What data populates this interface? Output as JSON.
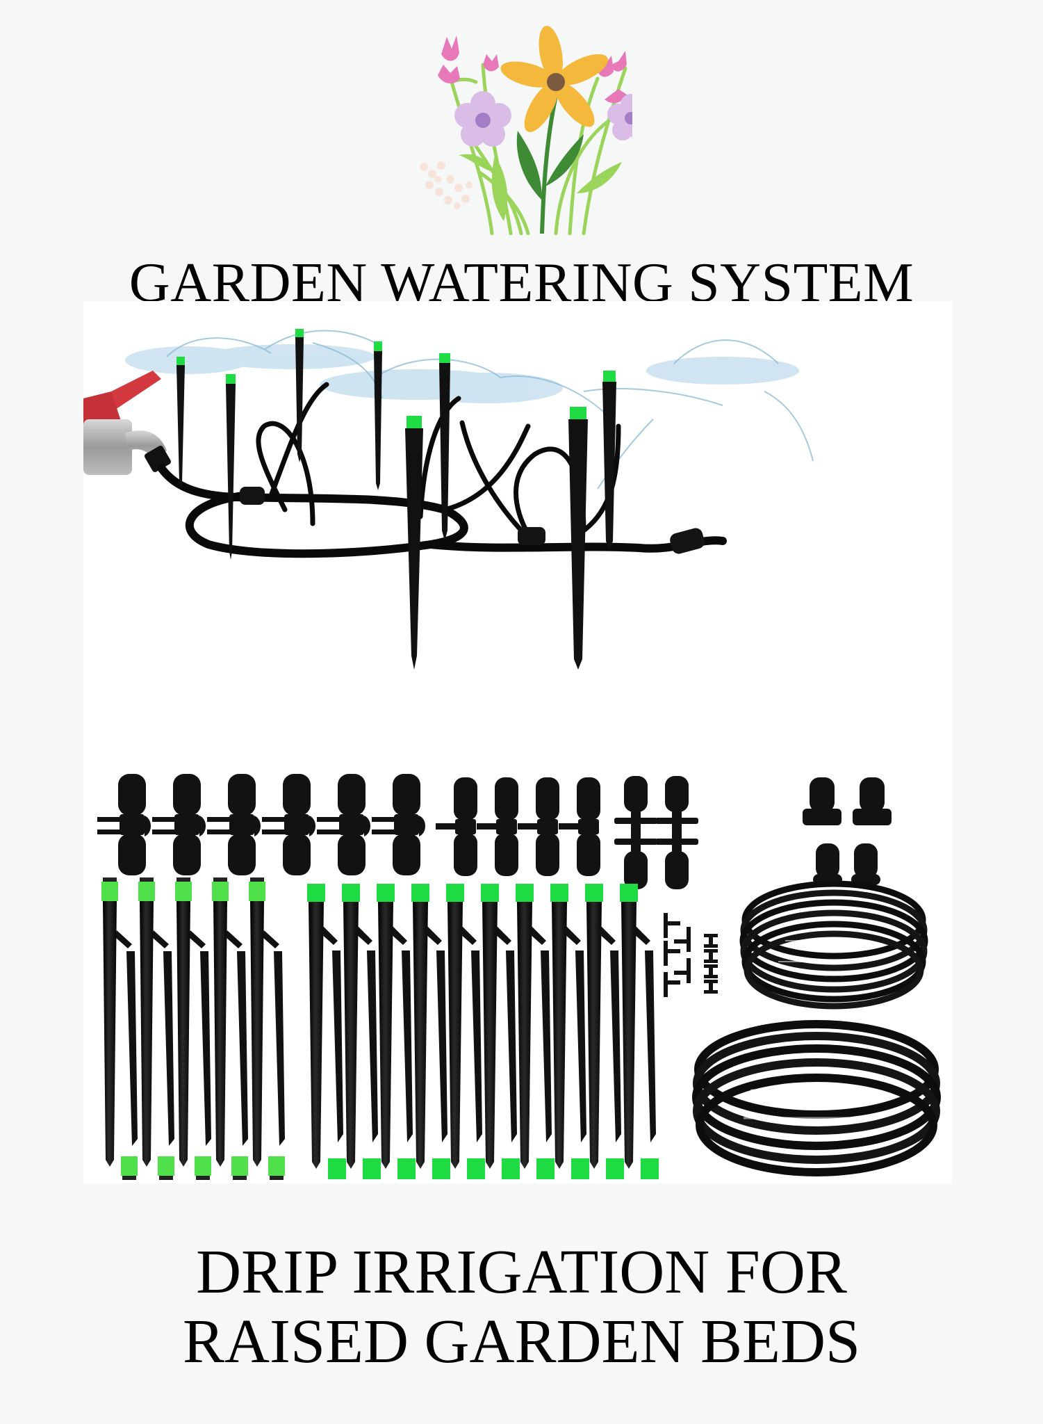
{
  "poster": {
    "title": "GARDEN WATERING SYSTEM",
    "subtitle_lines": [
      "DRIP IRRIGATION FOR",
      "RAISED GARDEN BEDS"
    ],
    "background_color": "#f6f7f7",
    "panel_color": "#ffffff"
  },
  "decoration": {
    "icon": "flower-bouquet-icon",
    "colors": {
      "pink": "#e879b8",
      "yellow": "#f3b83c",
      "center_brown": "#7a5a40",
      "lavender": "#d9bde6",
      "lavender_center": "#a57dc6",
      "stem_light": "#9bd45a",
      "stem_dark": "#3f8a35",
      "babys_breath": "#f6e4da"
    }
  },
  "product": {
    "name": "drip irrigation kit",
    "components": [
      {
        "name": "sprinkler stake assembly with faucet",
        "icon": "sprinkler-assembly-icon"
      },
      {
        "name": "double-barb tee connectors",
        "count": 6,
        "icon": "tee-connector-icon"
      },
      {
        "name": "single-barb tee connectors",
        "count": 4,
        "icon": "tee-connector-icon"
      },
      {
        "name": "four-way cross connectors",
        "count": 2,
        "icon": "cross-connector-icon"
      },
      {
        "name": "end caps",
        "count": 4,
        "icon": "end-cap-icon"
      },
      {
        "name": "adjustable drip stakes (light green caps)",
        "count": 5,
        "icon": "drip-stake-icon"
      },
      {
        "name": "adjustable drip stakes (bright green caps)",
        "count": 10,
        "icon": "drip-stake-icon"
      },
      {
        "name": "barbed tee fittings",
        "count": 6,
        "icon": "barbed-tee-icon"
      },
      {
        "name": "barbed couplers",
        "count": 4,
        "icon": "barbed-coupler-icon"
      },
      {
        "name": "distribution tubing coil (small)",
        "count": 1,
        "icon": "hose-coil-icon"
      },
      {
        "name": "main tubing coil (large)",
        "count": 1,
        "icon": "hose-coil-icon"
      }
    ],
    "colors": {
      "plastic_black": "#111111",
      "cap_green_light": "#4fe04b",
      "cap_green_bright": "#1fdc45",
      "faucet_red": "#d23a3f",
      "faucet_metal": "#a9a9a9",
      "water": "#a9cfe6"
    }
  }
}
